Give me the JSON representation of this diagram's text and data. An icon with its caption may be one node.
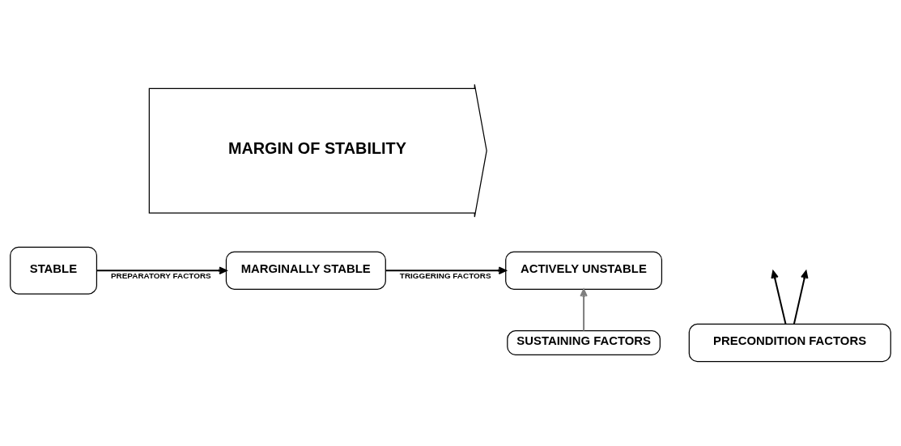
{
  "diagram": {
    "nodes": [
      {
        "text": [
          "MARGIN OF STABILITY"
        ]
      },
      {
        "text": [
          "STABLE"
        ]
      },
      {
        "text": [
          "MARGINALLY STABLE"
        ]
      },
      {
        "text": [
          "ACTIVELY UNSTABLE"
        ]
      },
      {
        "text": [
          "PRECONDITION FACTORS"
        ]
      },
      {
        "text": [
          "SUSTAINING FACTORS"
        ]
      }
    ],
    "edges": [
      {
        "from": 1,
        "to": 2,
        "arrow": "to",
        "label": "PREPARATORY FACTORS"
      },
      {
        "from": 2,
        "to": 3,
        "arrow": "to",
        "label": "TRIGGERING FACTORS"
      },
      {
        "from": 4,
        "to": null,
        "arrow": "to"
      },
      {
        "from": 4,
        "to": null,
        "arrow": "to"
      },
      {
        "from": 5,
        "to": 3,
        "arrow": "to",
        "color": "#808080"
      }
    ]
  }
}
